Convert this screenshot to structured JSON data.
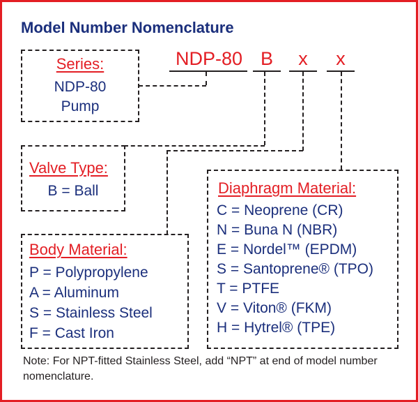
{
  "title": "Model Number Nomenclature",
  "model_code": {
    "prefix": "NDP-80",
    "valve": "B",
    "body": "x",
    "diaphragm": "x"
  },
  "series_box": {
    "heading": "Series:",
    "lines": [
      "NDP-80",
      "Pump"
    ]
  },
  "valve_box": {
    "heading": "Valve Type:",
    "lines": [
      "B = Ball"
    ]
  },
  "body_box": {
    "heading": "Body Material:",
    "lines": [
      "P = Polypropylene",
      "A = Aluminum",
      "S = Stainless Steel",
      "F = Cast Iron"
    ]
  },
  "diaphragm_box": {
    "heading": "Diaphragm Material:",
    "lines": [
      "C = Neoprene (CR)",
      "N = Buna N (NBR)",
      "E = Nordel™  (EPDM)",
      "S = Santoprene® (TPO)",
      "T = PTFE",
      "V = Viton® (FKM)",
      "H = Hytrel® (TPE)"
    ]
  },
  "note": "Note: For NPT-fitted Stainless Steel, add “NPT” at end of model number nomenclature.",
  "colors": {
    "border": "#e31e24",
    "accent_red": "#e31e24",
    "navy": "#1b2f7c",
    "dashes": "#231f20"
  }
}
